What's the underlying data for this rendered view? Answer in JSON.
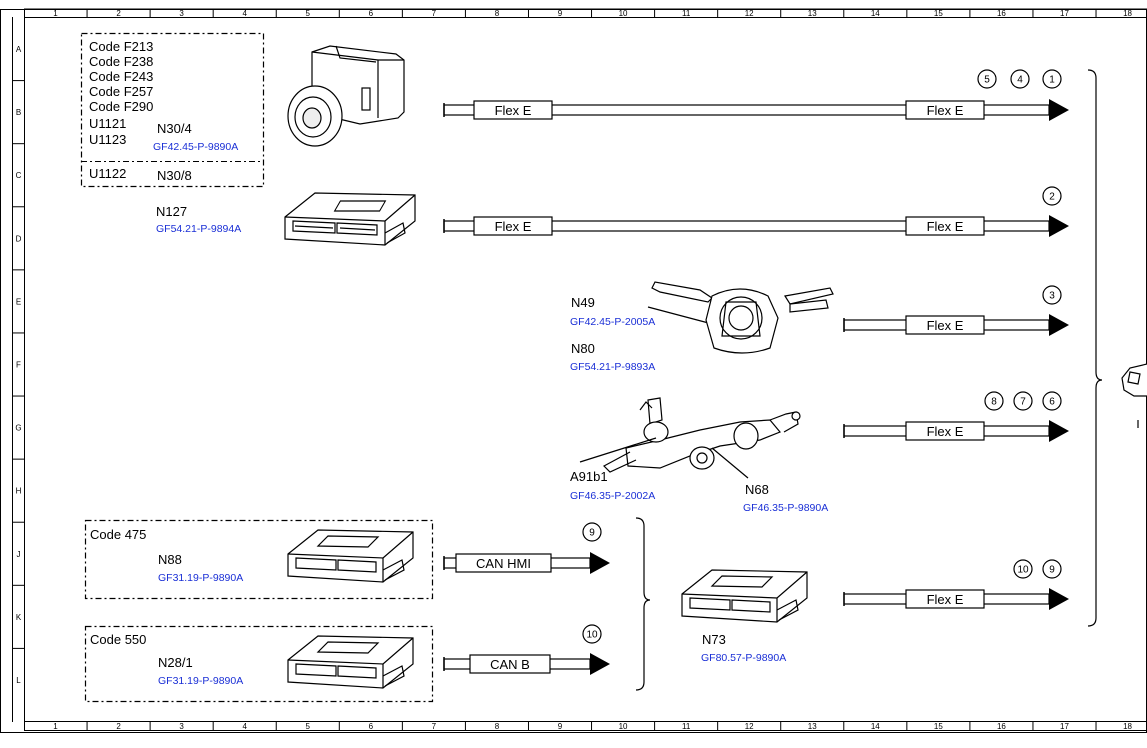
{
  "grid": {
    "columns": [
      "1",
      "2",
      "3",
      "4",
      "5",
      "6",
      "7",
      "8",
      "9",
      "10",
      "11",
      "12",
      "13",
      "14",
      "15",
      "16",
      "17",
      "18"
    ],
    "rows": [
      "A",
      "B",
      "C",
      "D",
      "E",
      "F",
      "G",
      "H",
      "J",
      "K",
      "L"
    ]
  },
  "groups": {
    "abs": {
      "codes": [
        "Code F213",
        "Code F238",
        "Code F243",
        "Code F257",
        "Code F290",
        "U1121",
        "U1123"
      ],
      "n30_4": "N30/4",
      "n30_4_ref": "GF42.45-P-9890A",
      "u1122": "U1122",
      "n30_8": "N30/8"
    },
    "n127": {
      "label": "N127",
      "ref": "GF54.21-P-9894A"
    },
    "n49": {
      "label": "N49",
      "ref": "GF42.45-P-2005A"
    },
    "n80": {
      "label": "N80",
      "ref": "GF54.21-P-9893A"
    },
    "a91b1": {
      "label": "A91b1",
      "ref": "GF46.35-P-2002A"
    },
    "n68": {
      "label": "N68",
      "ref": "GF46.35-P-9890A"
    },
    "n88": {
      "code": "Code 475",
      "label": "N88",
      "ref": "GF31.19-P-9890A"
    },
    "n28_1": {
      "code": "Code 550",
      "label": "N28/1",
      "ref": "GF31.19-P-9890A"
    },
    "n73": {
      "label": "N73",
      "ref": "GF80.57-P-9890A"
    }
  },
  "buses": {
    "flex_e": "Flex E",
    "can_hmi": "CAN HMI",
    "can_b": "CAN B"
  },
  "badges": {
    "row1": [
      "5",
      "4",
      "1"
    ],
    "row2": [
      "2"
    ],
    "row3": [
      "3"
    ],
    "row4": [
      "8",
      "7",
      "6"
    ],
    "row5": [
      "10",
      "9"
    ],
    "can_hmi": [
      "9"
    ],
    "can_b": [
      "10"
    ]
  }
}
